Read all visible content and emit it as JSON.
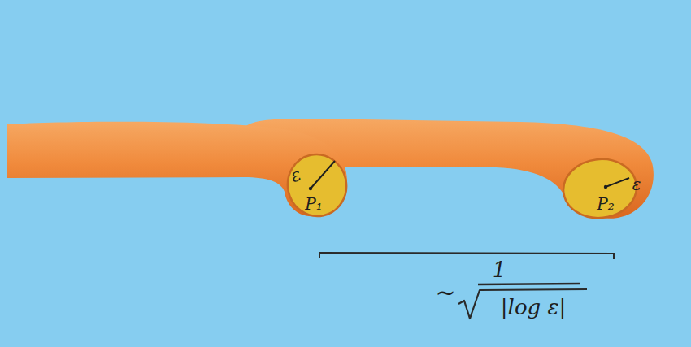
{
  "diagram": {
    "nodes": [
      {
        "text": [
          "ε",
          "P₁"
        ]
      },
      {
        "text": [
          "ε",
          "P₂"
        ]
      }
    ],
    "labels": [
      "~",
      "1",
      "|log ε|"
    ]
  }
}
